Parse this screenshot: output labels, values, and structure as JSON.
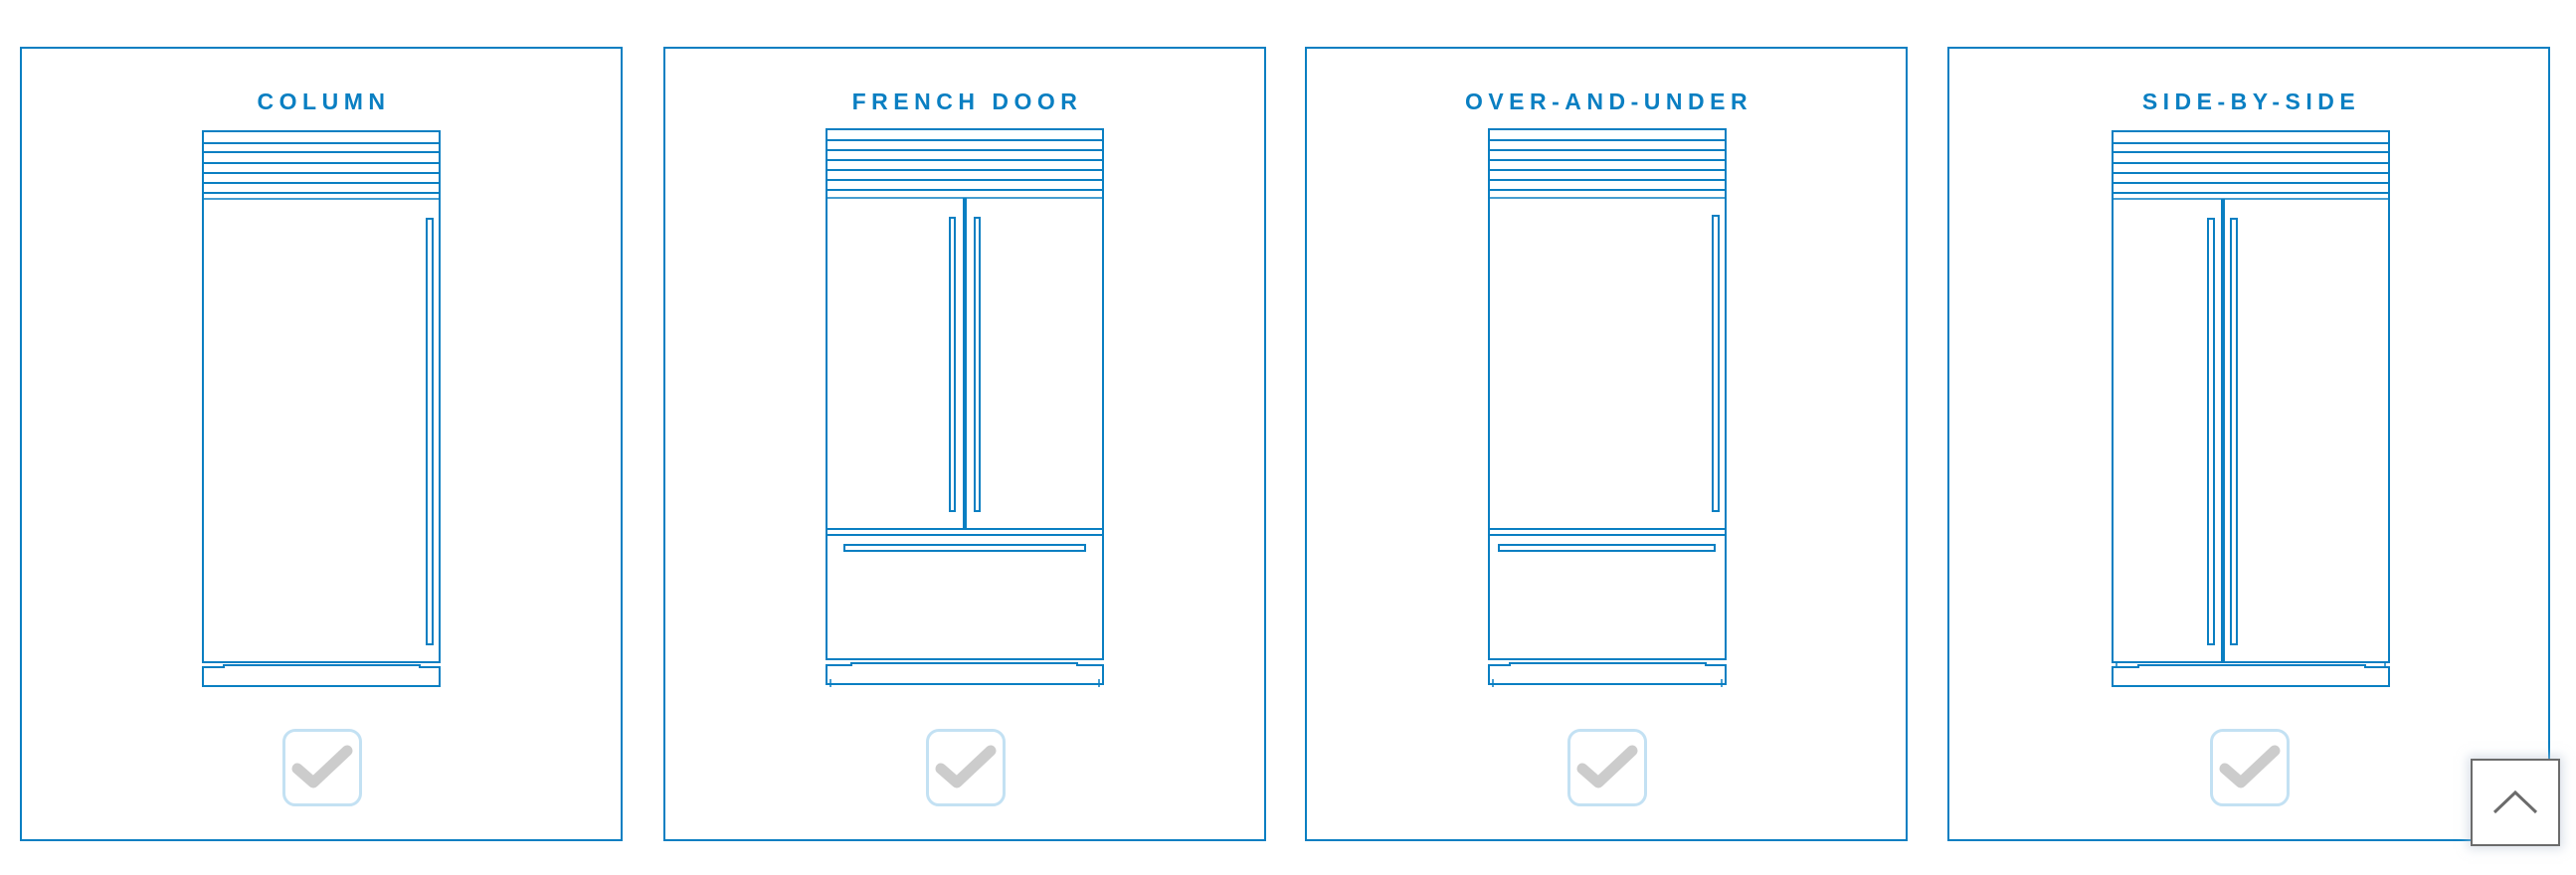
{
  "colors": {
    "accent": "#0a7fc2",
    "checkbox_border": "#c3e1f3",
    "checkmark": "#cccccc",
    "scroll_button_border": "#6b6b6b"
  },
  "panels": [
    {
      "title": "COLUMN",
      "type": "column",
      "checked": false,
      "check_icon": "checkmark-icon"
    },
    {
      "title": "FRENCH DOOR",
      "type": "french-door",
      "checked": false,
      "check_icon": "checkmark-icon"
    },
    {
      "title": "OVER-AND-UNDER",
      "type": "over-and-under",
      "checked": false,
      "check_icon": "checkmark-icon"
    },
    {
      "title": "SIDE-BY-SIDE",
      "type": "side-by-side",
      "checked": false,
      "check_icon": "checkmark-icon"
    }
  ],
  "scroll_top": {
    "icon": "chevron-up-icon"
  }
}
